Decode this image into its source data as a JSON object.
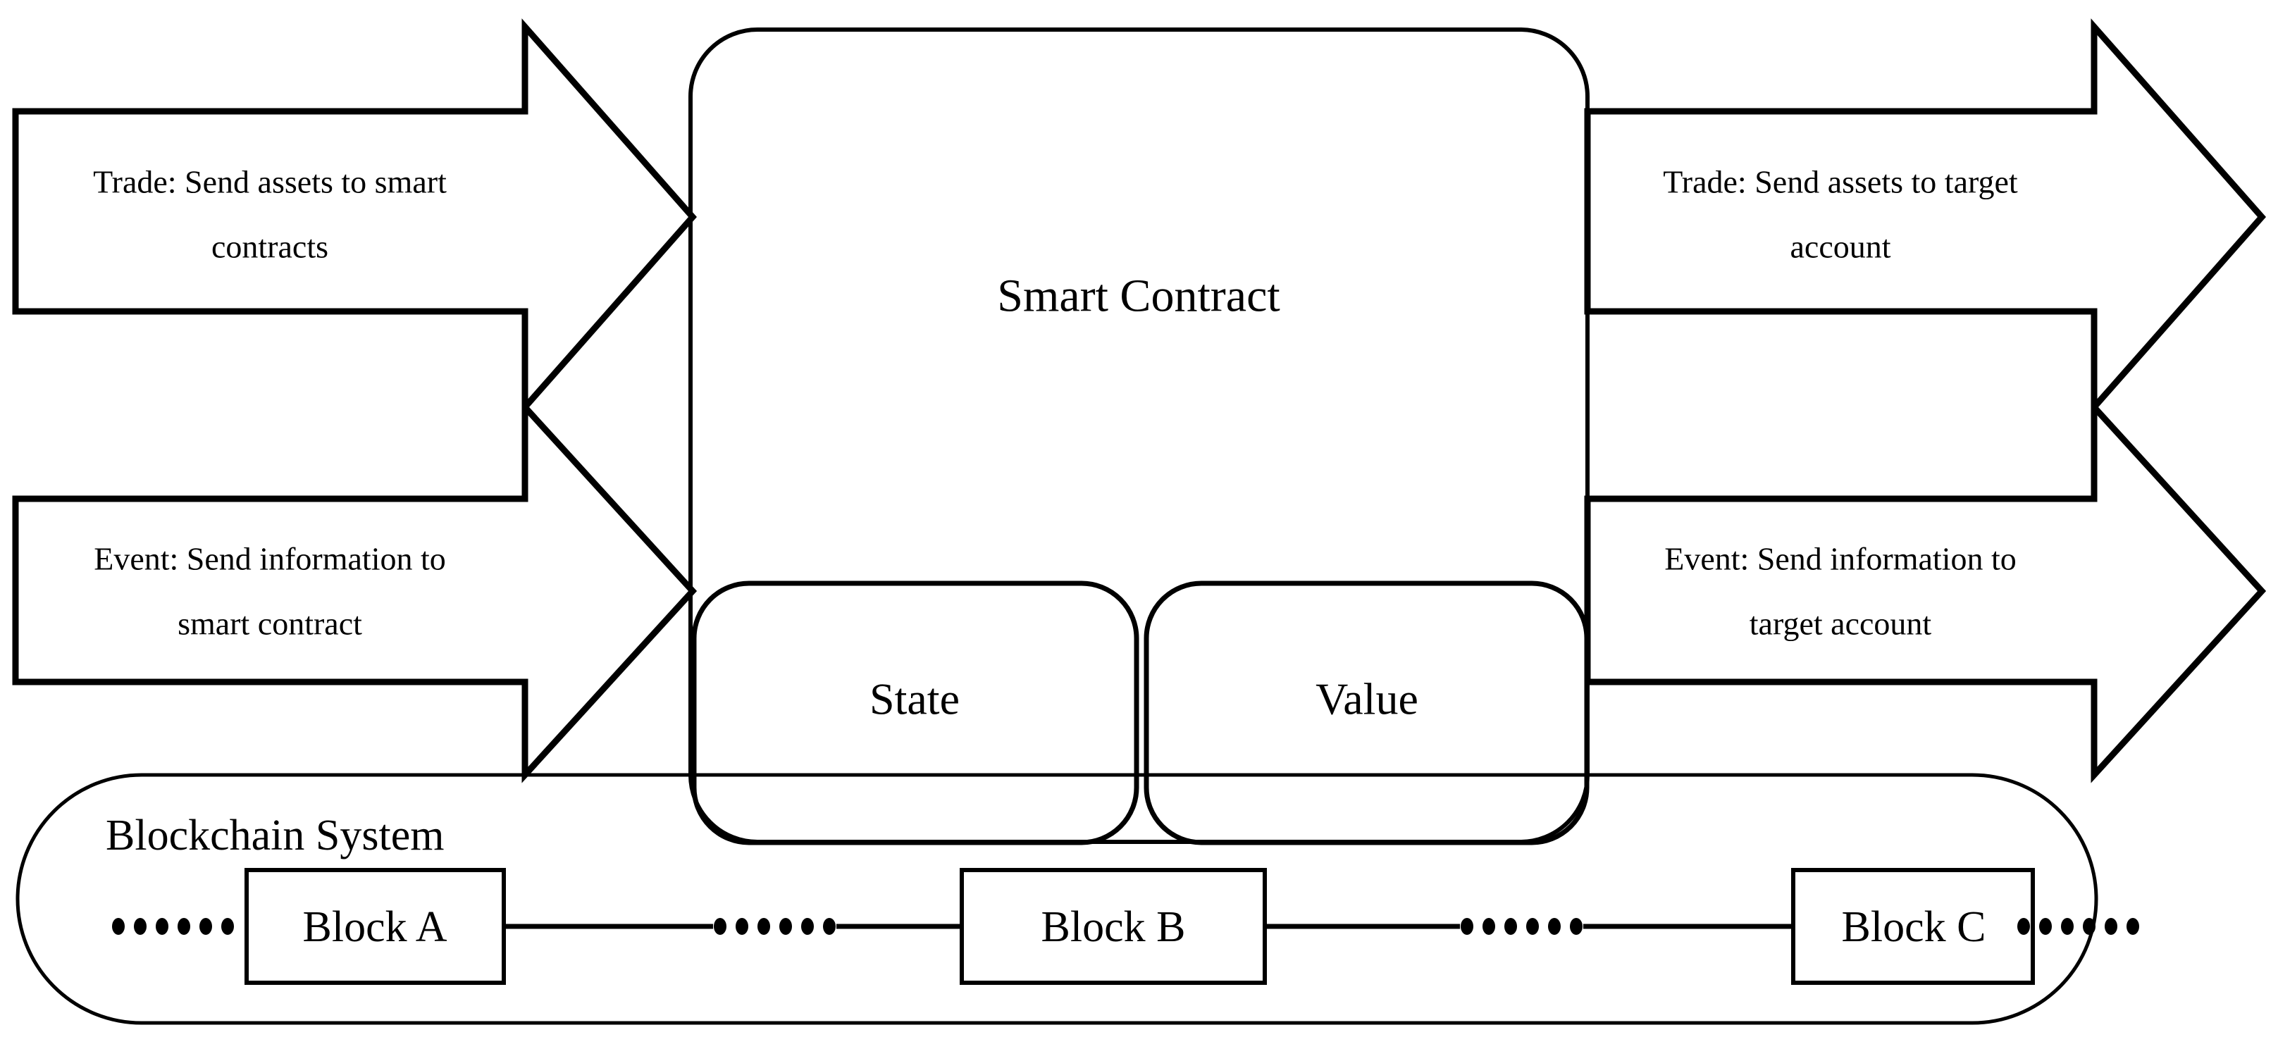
{
  "diagram": {
    "left_arrows": [
      {
        "name": "trade-input",
        "label_line1": "Trade: Send assets to smart",
        "label_line2": "contracts"
      },
      {
        "name": "event-input",
        "label_line1": "Event: Send information to",
        "label_line2": "smart contract"
      }
    ],
    "right_arrows": [
      {
        "name": "trade-output",
        "label_line1": "Trade: Send assets to target",
        "label_line2": "account"
      },
      {
        "name": "event-output",
        "label_line1": "Event: Send information to",
        "label_line2": "target account"
      }
    ],
    "smart_contract": {
      "title": "Smart Contract",
      "state_label": "State",
      "value_label": "Value"
    },
    "blockchain": {
      "title": "Blockchain System",
      "blocks": [
        "Block A",
        "Block B",
        "Block C"
      ],
      "ellipsis": "······"
    }
  },
  "colors": {
    "stroke": "#000000",
    "background": "#ffffff"
  }
}
